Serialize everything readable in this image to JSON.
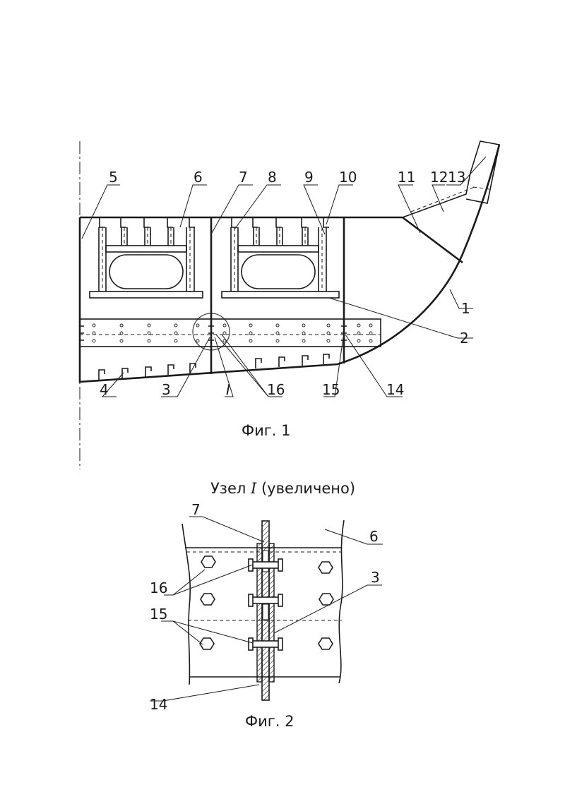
{
  "figure1": {
    "caption": "Фиг. 1",
    "labels": [
      "5",
      "6",
      "7",
      "8",
      "9",
      "10",
      "11",
      "12",
      "13",
      "1",
      "2",
      "4",
      "3",
      "I",
      "16",
      "15",
      "14"
    ],
    "node_marker": "I"
  },
  "figure2": {
    "title_prefix": "Узел ",
    "title_node": "I",
    "title_suffix": " (увеличено)",
    "caption": "Фиг. 2",
    "labels": [
      "7",
      "6",
      "16",
      "3",
      "15",
      "14"
    ]
  }
}
